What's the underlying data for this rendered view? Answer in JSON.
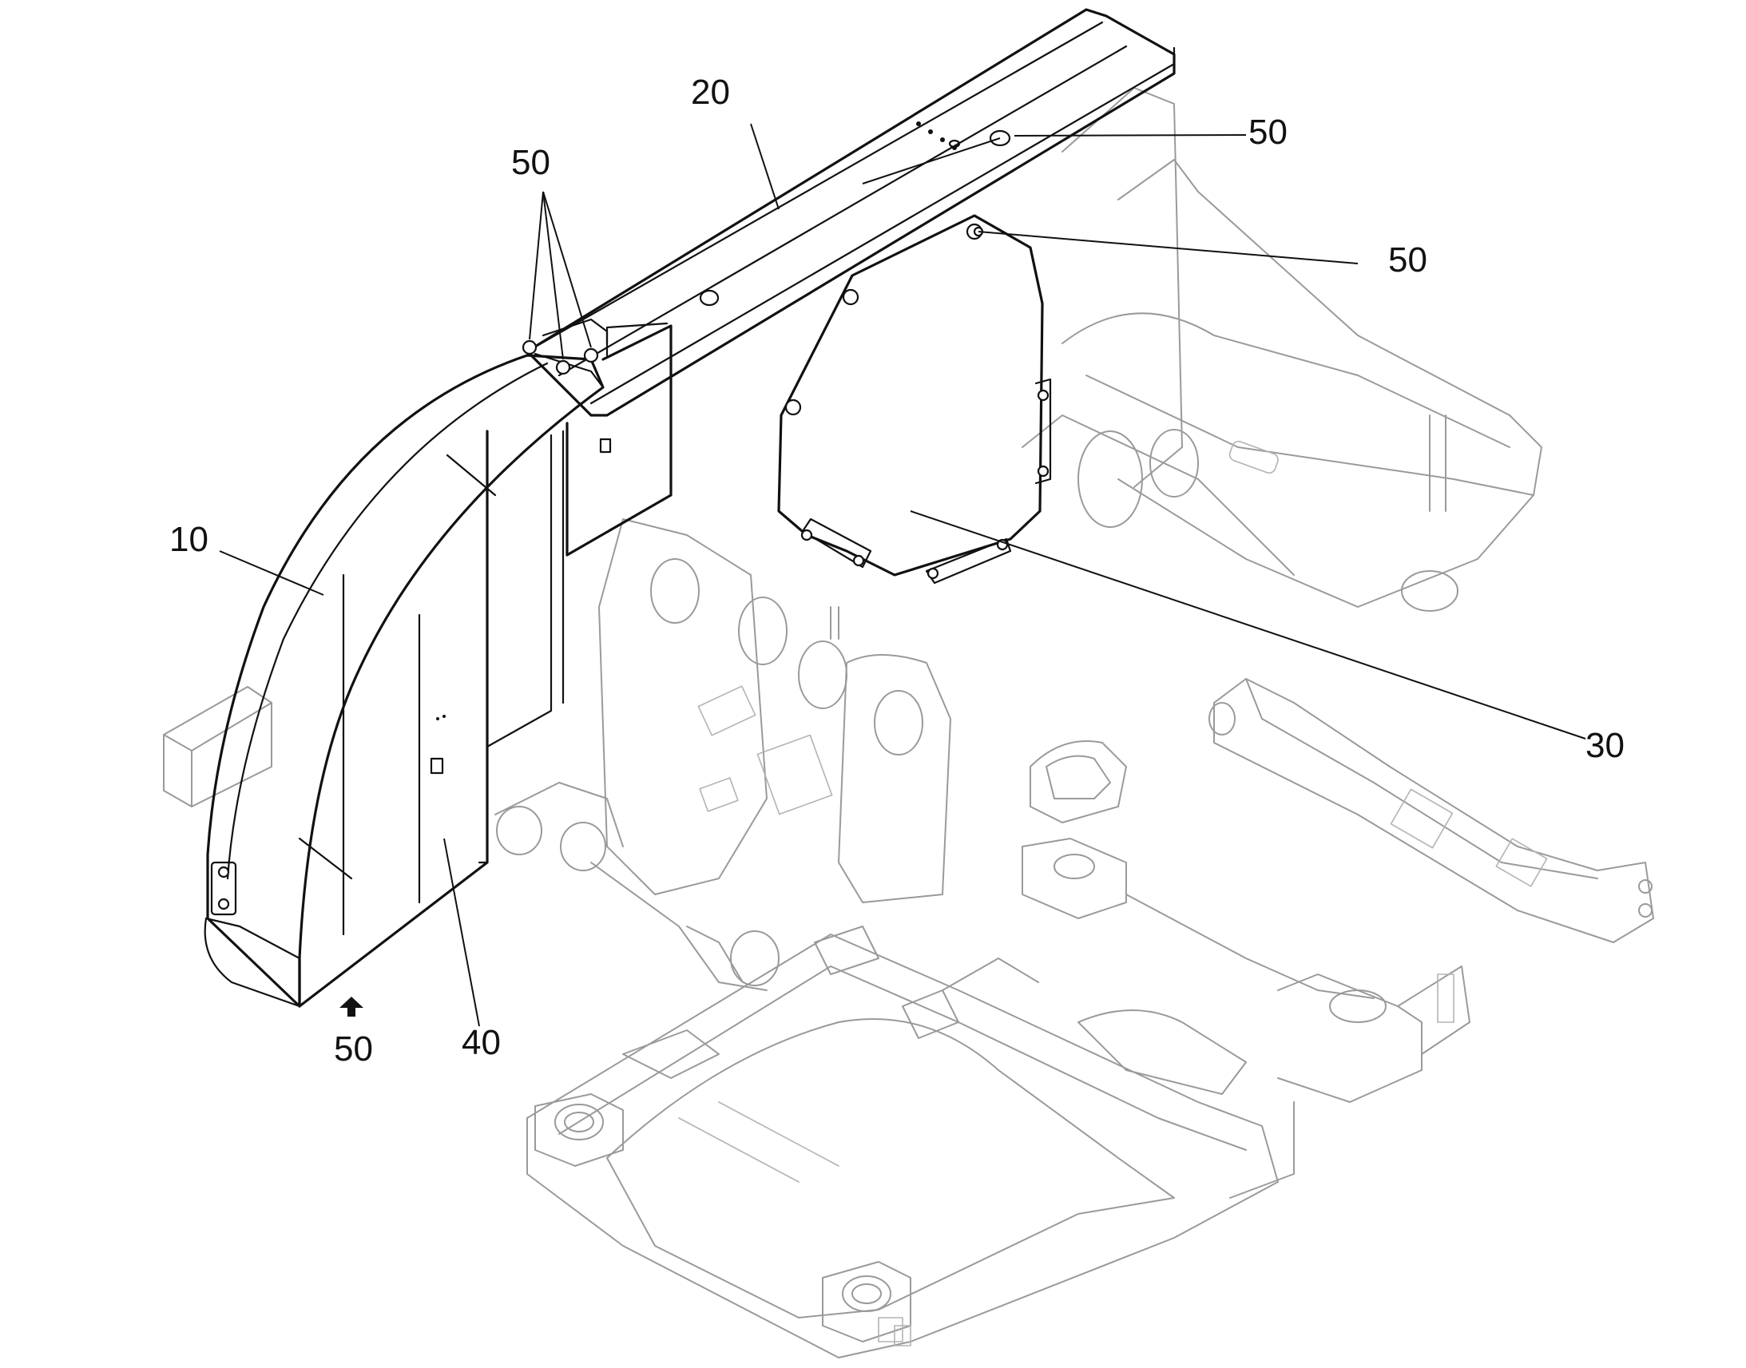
{
  "callouts": {
    "fender": "10",
    "top_beam": "20",
    "side_cover": "30",
    "front_panel": "40",
    "fastener_top_cluster": "50",
    "fastener_beam": "50",
    "fastener_cover": "50",
    "fastener_bottom": "50"
  },
  "colors": {
    "line": "#111111",
    "frame": "#9a9a9a",
    "background": "#ffffff"
  }
}
